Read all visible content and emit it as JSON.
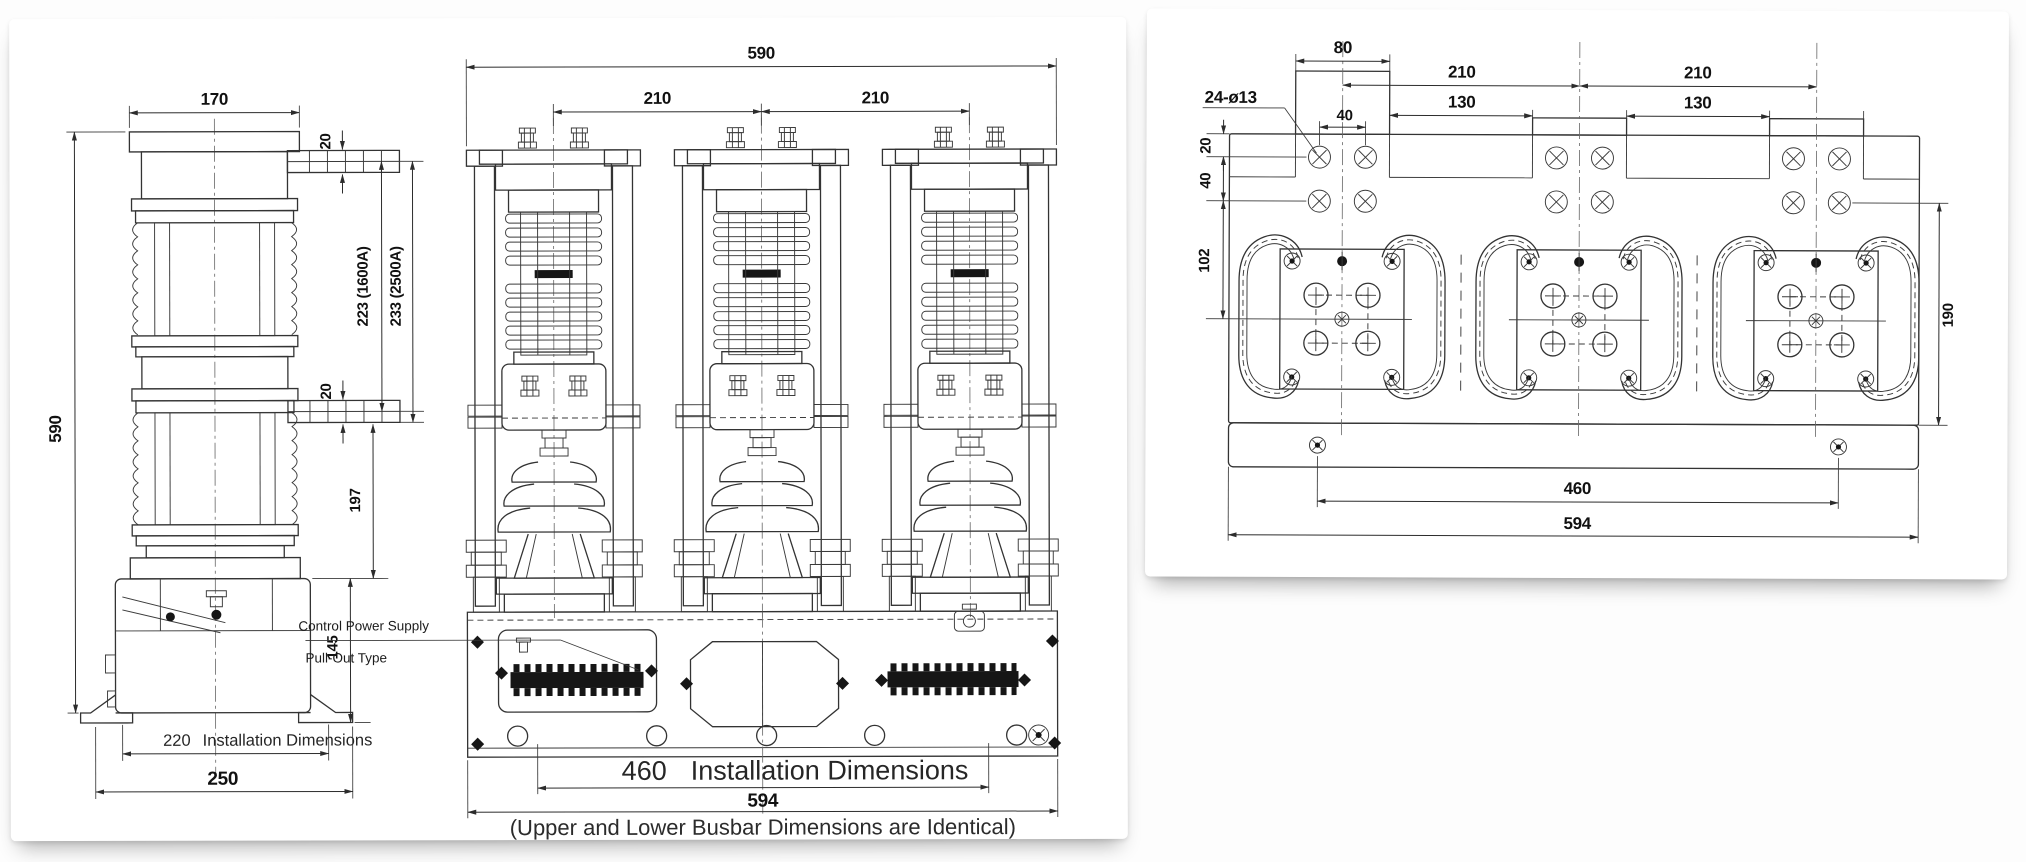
{
  "side_view": {
    "dim_170": "170",
    "dim_590": "590",
    "dim_20_upper": "20",
    "dim_20_lower": "20",
    "dim_223": "223 (1600A)",
    "dim_233": "233 (2500A)",
    "dim_197": "197",
    "dim_145": "145",
    "install_value": "220",
    "install_label": "Installation Dimensions",
    "dim_250": "250"
  },
  "front_view": {
    "dim_590": "590",
    "dim_210_left": "210",
    "dim_210_right": "210",
    "label_control_power": "Control Power Supply",
    "label_pull_out": "Pull-Out Type",
    "install_value": "460",
    "install_label": "Installation Dimensions",
    "dim_594": "594",
    "note": "(Upper and Lower Busbar Dimensions are Identical)"
  },
  "top_view": {
    "label_holes": "24-ø13",
    "dim_80": "80",
    "dim_210_left": "210",
    "dim_210_right": "210",
    "dim_130_left": "130",
    "dim_130_right": "130",
    "dim_40_top": "40",
    "dim_20_side": "20",
    "dim_40_side": "40",
    "dim_102": "102",
    "dim_190": "190",
    "dim_460": "460",
    "dim_594": "594"
  },
  "colors": {
    "line": "#333333",
    "text": "#111111",
    "dark_fill": "#161616",
    "paper": "#ffffff"
  }
}
